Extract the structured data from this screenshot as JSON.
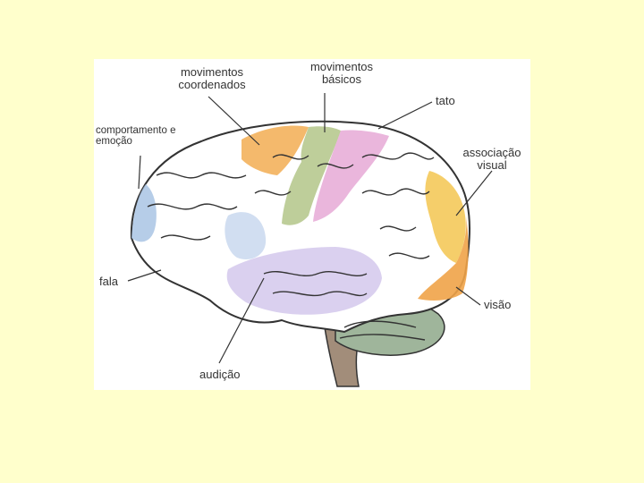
{
  "labels": {
    "movimentos_coordenados": [
      "movimentos",
      "coordenados"
    ],
    "movimentos_basicos": [
      "movimentos",
      "básicos"
    ],
    "tato": "tato",
    "comportamento_emocao": [
      "comportamento e",
      "emoção"
    ],
    "associacao_visual": [
      "associação",
      "visual"
    ],
    "fala": "fala",
    "visao": "visão",
    "audicao": "audição"
  },
  "colors": {
    "background": "#ffffcc",
    "motor_coordinated": "#f3b15c",
    "motor_basic": "#b7c98f",
    "touch": "#e6a9d6",
    "visual_association": "#f4c95a",
    "vision": "#f0a348",
    "behavior_emotion": "#a9c4e4",
    "speech": "#c9d8ee",
    "hearing": "#d4c8ec",
    "cerebellum": "#9fb59b",
    "brainstem": "#a28d7a"
  }
}
